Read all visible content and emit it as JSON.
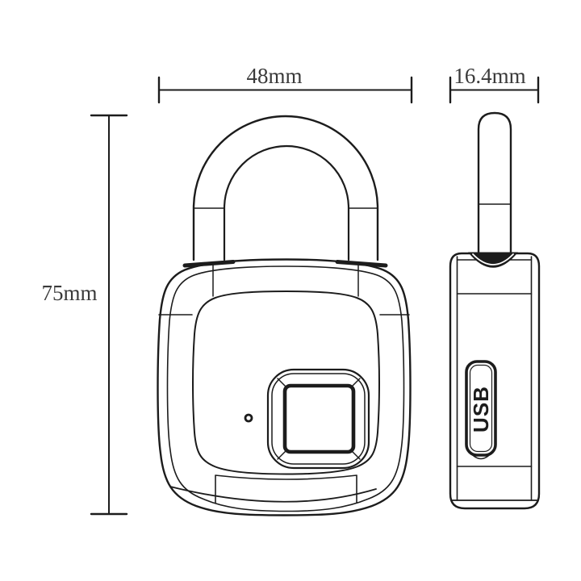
{
  "colors": {
    "ink": "#1c1c1c",
    "dim_text": "#3a3a3a",
    "paper": "#ffffff"
  },
  "dimensions": {
    "front_width": "48mm",
    "side_width": "16.4mm",
    "total_height": "75mm"
  },
  "side_view": {
    "usb_label": "USB"
  }
}
